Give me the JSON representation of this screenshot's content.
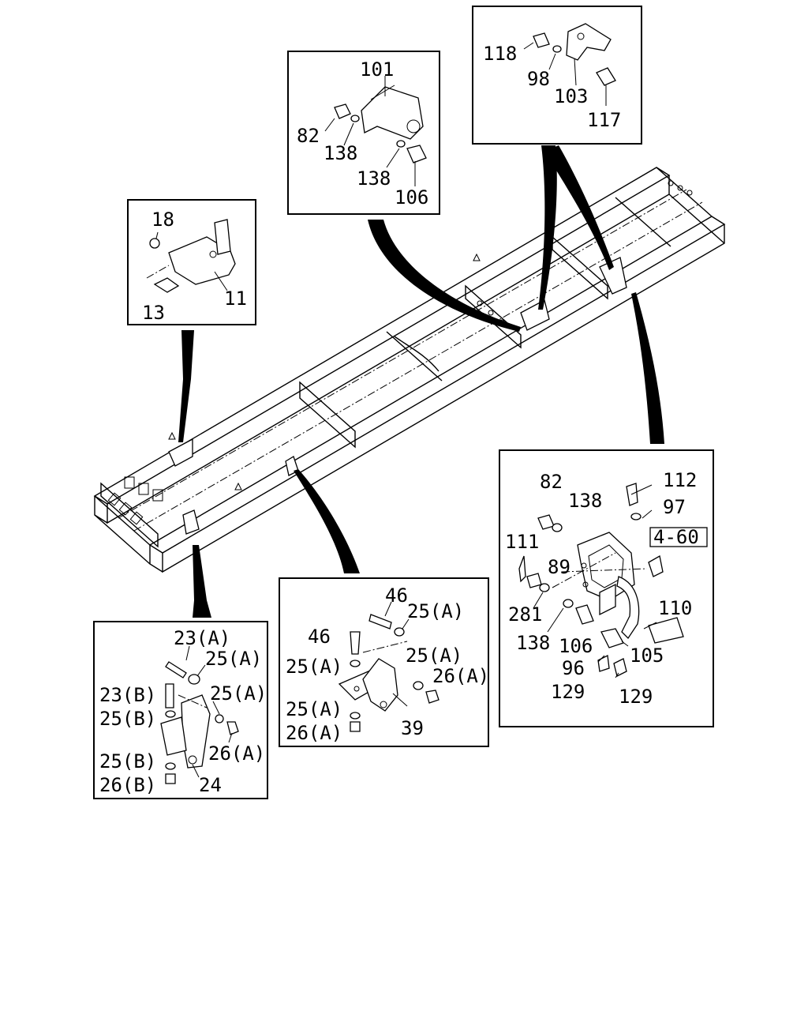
{
  "diagram": {
    "panels": {
      "bracket_11": {
        "labels": [
          "18",
          "13",
          "11"
        ]
      },
      "bracket_101": {
        "labels": [
          "101",
          "82",
          "138",
          "138",
          "106"
        ]
      },
      "bracket_103": {
        "labels": [
          "118",
          "98",
          "103",
          "117"
        ]
      },
      "bracket_24": {
        "labels": [
          "23(A)",
          "25(A)",
          "23(B)",
          "25(A)",
          "25(B)",
          "26(A)",
          "25(B)",
          "24",
          "26(B)"
        ]
      },
      "bracket_39": {
        "labels": [
          "46",
          "25(A)",
          "46",
          "25(A)",
          "25(A)",
          "26(A)",
          "25(A)",
          "39",
          "26(A)"
        ]
      },
      "bracket_105": {
        "labels": [
          "82",
          "112",
          "138",
          "97",
          "4-60",
          "111",
          "89",
          "281",
          "110",
          "138",
          "106",
          "105",
          "96",
          "129",
          "129"
        ]
      }
    }
  }
}
